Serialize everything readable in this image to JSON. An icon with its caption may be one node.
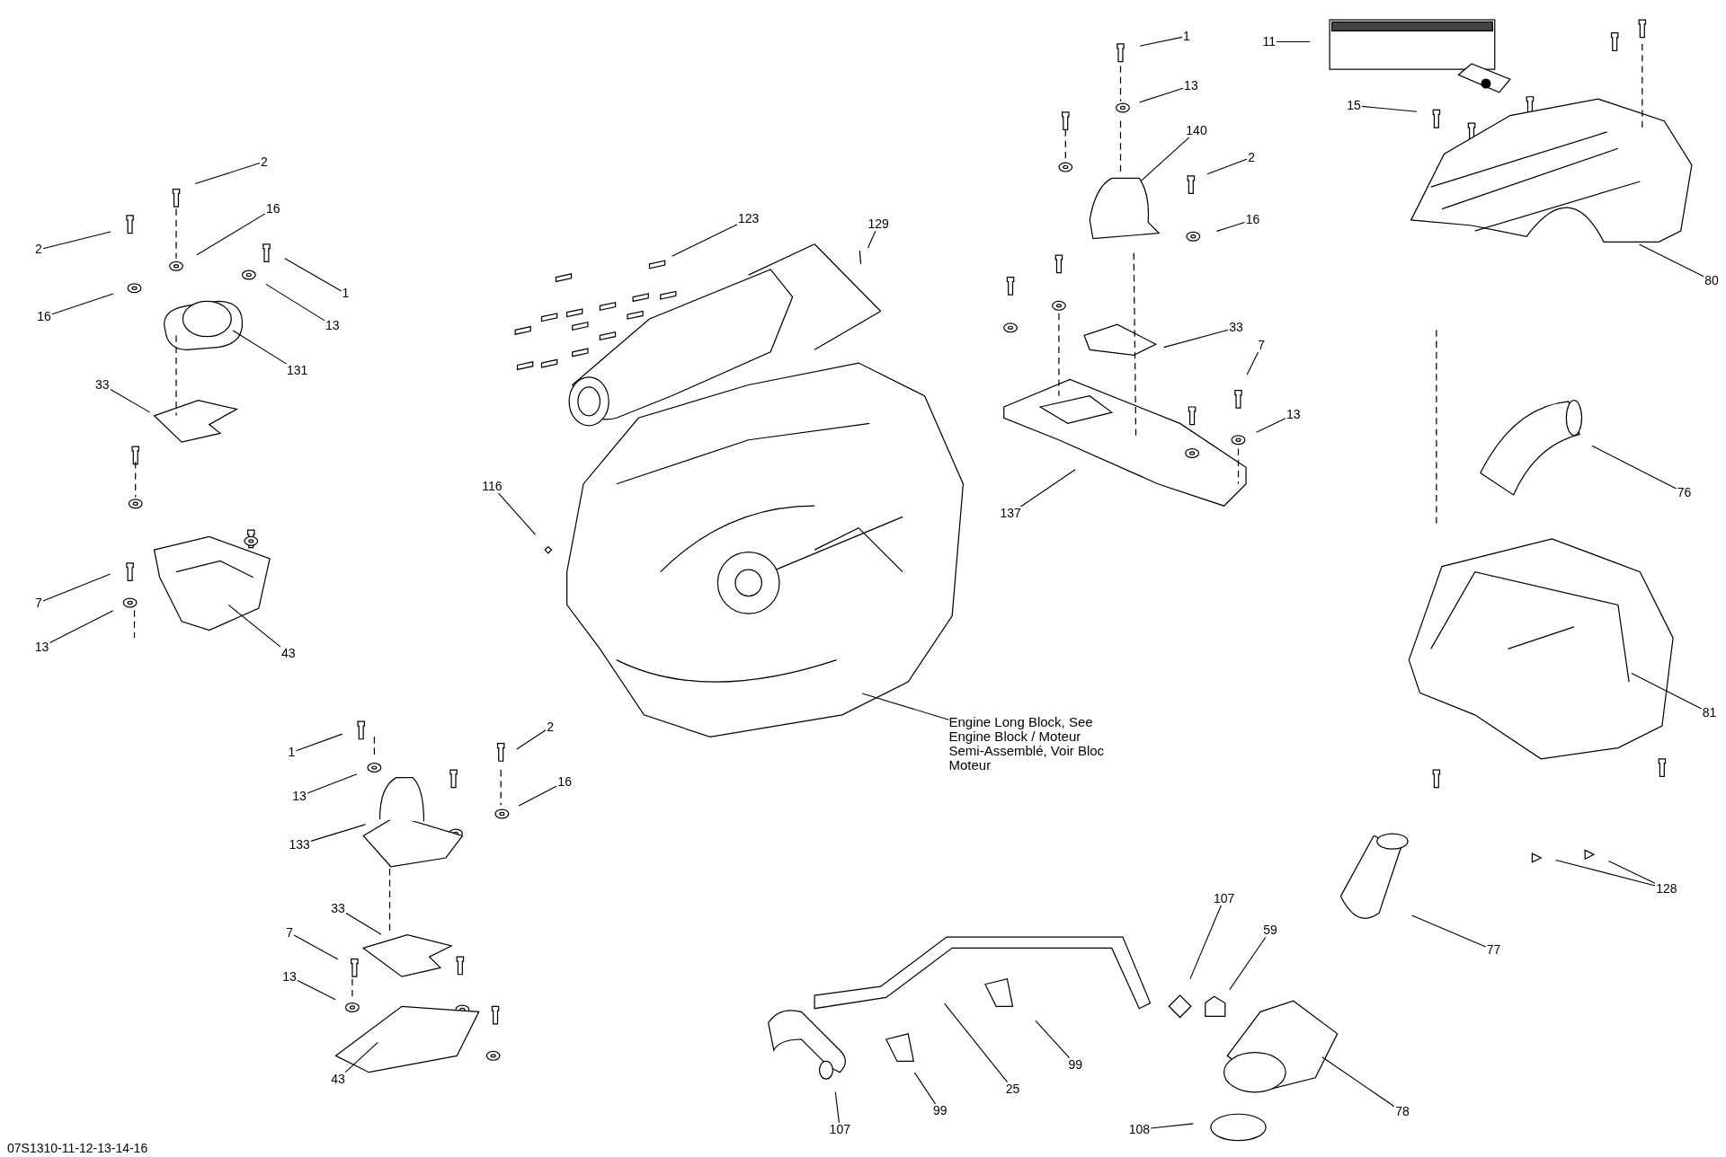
{
  "diagram": {
    "nodes": [
      {
        "text": [
          "2"
        ]
      },
      {
        "text": [
          "2"
        ]
      },
      {
        "text": [
          "16"
        ]
      },
      {
        "text": [
          "1"
        ]
      },
      {
        "text": [
          "16"
        ]
      },
      {
        "text": [
          "13"
        ]
      },
      {
        "text": [
          "131"
        ]
      },
      {
        "text": [
          "33"
        ]
      },
      {
        "text": [
          "7"
        ]
      },
      {
        "text": [
          "13"
        ]
      },
      {
        "text": [
          "43"
        ]
      },
      {
        "text": [
          "123"
        ]
      },
      {
        "text": [
          "129"
        ]
      },
      {
        "text": [
          "116"
        ]
      },
      {
        "text": [
          "Engine Long Block, See Engine Block / Moteur Semi-Assemblé, Voir Bloc Moteur"
        ]
      },
      {
        "text": [
          "1"
        ]
      },
      {
        "text": [
          "13"
        ]
      },
      {
        "text": [
          "2"
        ]
      },
      {
        "text": [
          "16"
        ]
      },
      {
        "text": [
          "133"
        ]
      },
      {
        "text": [
          "33"
        ]
      },
      {
        "text": [
          "7"
        ]
      },
      {
        "text": [
          "13"
        ]
      },
      {
        "text": [
          "43"
        ]
      },
      {
        "text": [
          "1"
        ]
      },
      {
        "text": [
          "13"
        ]
      },
      {
        "text": [
          "140"
        ]
      },
      {
        "text": [
          "2"
        ]
      },
      {
        "text": [
          "16"
        ]
      },
      {
        "text": [
          "33"
        ]
      },
      {
        "text": [
          "7"
        ]
      },
      {
        "text": [
          "13"
        ]
      },
      {
        "text": [
          "137"
        ]
      },
      {
        "text": [
          "11"
        ]
      },
      {
        "text": [
          "15"
        ]
      },
      {
        "text": [
          "80"
        ]
      },
      {
        "text": [
          "76"
        ]
      },
      {
        "text": [
          "81"
        ]
      },
      {
        "text": [
          "128"
        ]
      },
      {
        "text": [
          "107"
        ]
      },
      {
        "text": [
          "59"
        ]
      },
      {
        "text": [
          "77"
        ]
      },
      {
        "text": [
          "25"
        ]
      },
      {
        "text": [
          "99"
        ]
      },
      {
        "text": [
          "99"
        ]
      },
      {
        "text": [
          "107"
        ]
      },
      {
        "text": [
          "78"
        ]
      },
      {
        "text": [
          "108"
        ]
      }
    ],
    "edges": [
      {
        "from": 0,
        "to": null,
        "arrow": "none"
      },
      {
        "from": 1,
        "to": null,
        "arrow": "none"
      },
      {
        "from": 2,
        "to": null,
        "arrow": "none"
      },
      {
        "from": 3,
        "to": null,
        "arrow": "none"
      },
      {
        "from": 4,
        "to": null,
        "arrow": "none"
      },
      {
        "from": 5,
        "to": null,
        "arrow": "none"
      },
      {
        "from": 6,
        "to": null,
        "arrow": "none"
      },
      {
        "from": 7,
        "to": null,
        "arrow": "none"
      },
      {
        "from": 8,
        "to": null,
        "arrow": "none"
      },
      {
        "from": 9,
        "to": null,
        "arrow": "none"
      },
      {
        "from": 10,
        "to": null,
        "arrow": "none"
      },
      {
        "from": 11,
        "to": null,
        "arrow": "none"
      },
      {
        "from": 12,
        "to": null,
        "arrow": "none"
      },
      {
        "from": 13,
        "to": null,
        "arrow": "none"
      },
      {
        "from": 14,
        "to": null,
        "arrow": "none"
      },
      {
        "from": 15,
        "to": null,
        "arrow": "none"
      },
      {
        "from": 16,
        "to": null,
        "arrow": "none"
      },
      {
        "from": 17,
        "to": null,
        "arrow": "none"
      },
      {
        "from": 18,
        "to": null,
        "arrow": "none"
      },
      {
        "from": 19,
        "to": null,
        "arrow": "none"
      },
      {
        "from": 20,
        "to": null,
        "arrow": "none"
      },
      {
        "from": 21,
        "to": null,
        "arrow": "none"
      },
      {
        "from": 22,
        "to": null,
        "arrow": "none"
      },
      {
        "from": 23,
        "to": null,
        "arrow": "none"
      },
      {
        "from": 24,
        "to": null,
        "arrow": "none"
      },
      {
        "from": 25,
        "to": null,
        "arrow": "none"
      },
      {
        "from": 26,
        "to": null,
        "arrow": "none"
      },
      {
        "from": 27,
        "to": null,
        "arrow": "none"
      },
      {
        "from": 28,
        "to": null,
        "arrow": "none"
      },
      {
        "from": 29,
        "to": null,
        "arrow": "none"
      },
      {
        "from": 30,
        "to": null,
        "arrow": "none"
      },
      {
        "from": 31,
        "to": null,
        "arrow": "none"
      },
      {
        "from": 32,
        "to": null,
        "arrow": "none"
      },
      {
        "from": 33,
        "to": null,
        "arrow": "none"
      },
      {
        "from": 34,
        "to": null,
        "arrow": "none"
      },
      {
        "from": 35,
        "to": null,
        "arrow": "none"
      },
      {
        "from": 36,
        "to": null,
        "arrow": "none"
      },
      {
        "from": 37,
        "to": null,
        "arrow": "none"
      },
      {
        "from": 38,
        "to": null,
        "arrow": "none"
      },
      {
        "from": 38,
        "to": null,
        "arrow": "none"
      },
      {
        "from": 39,
        "to": null,
        "arrow": "none"
      },
      {
        "from": 40,
        "to": null,
        "arrow": "none"
      },
      {
        "from": 41,
        "to": null,
        "arrow": "none"
      },
      {
        "from": 42,
        "to": null,
        "arrow": "none"
      },
      {
        "from": 43,
        "to": null,
        "arrow": "none"
      },
      {
        "from": 44,
        "to": null,
        "arrow": "none"
      },
      {
        "from": 45,
        "to": null,
        "arrow": "none"
      },
      {
        "from": 46,
        "to": null,
        "arrow": "none"
      },
      {
        "from": 47,
        "to": null,
        "arrow": "none"
      }
    ],
    "labels": [
      "07S1310-11-12-13-14-16"
    ]
  }
}
